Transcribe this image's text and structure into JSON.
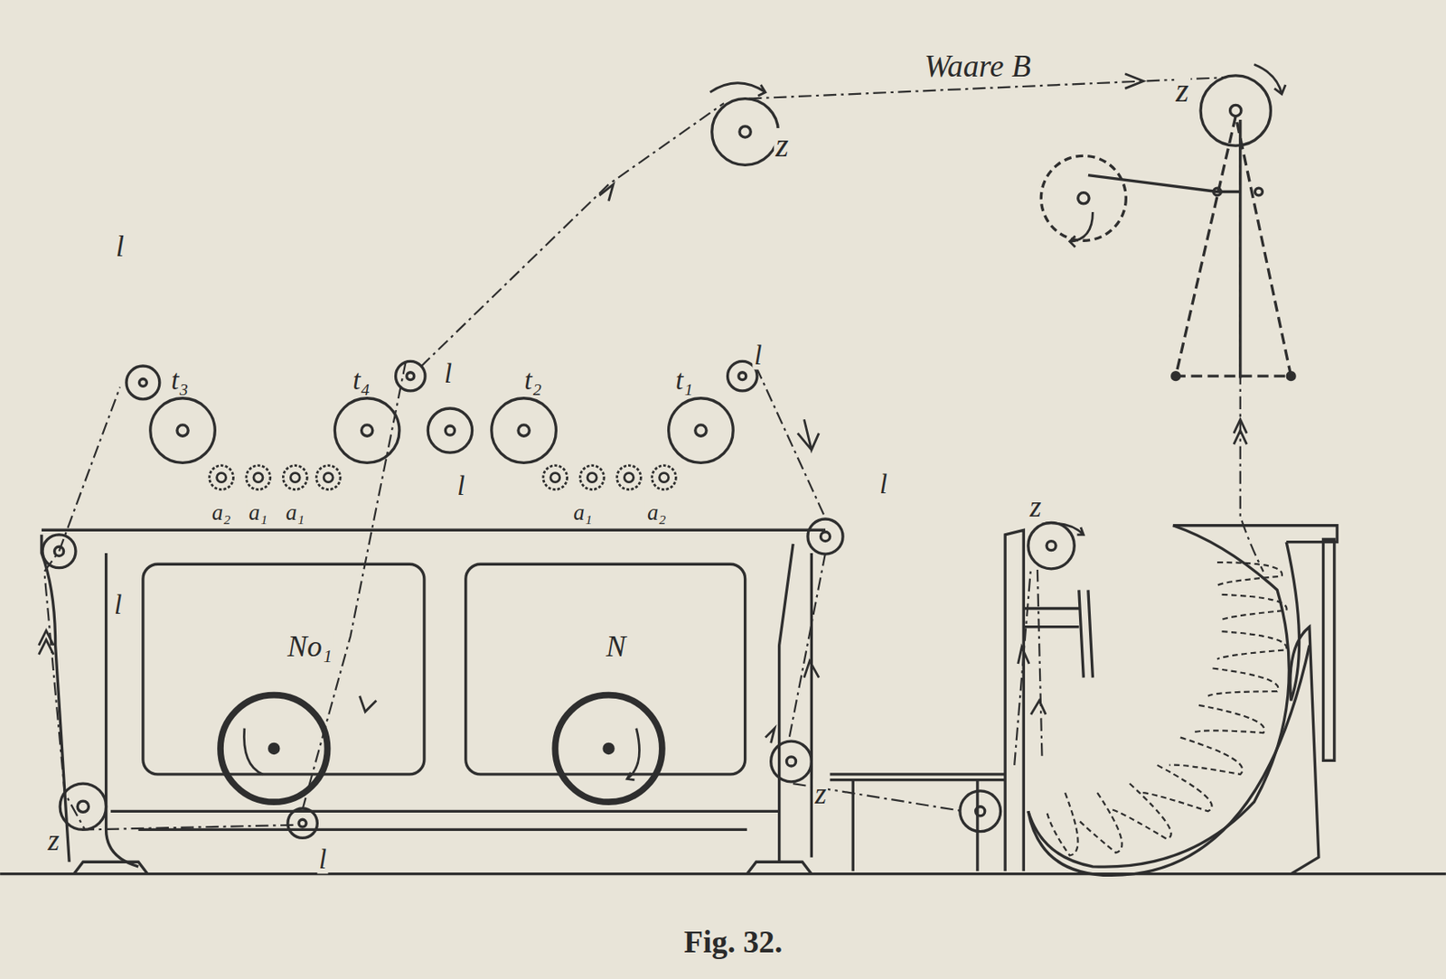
{
  "diagram": {
    "caption": "Fig. 32.",
    "labels": [
      "Waare B",
      "z",
      "z",
      "l",
      "t₃",
      "t₄",
      "l",
      "t₂",
      "t₁",
      "l",
      "a₂",
      "a₁",
      "a₁",
      "a₁",
      "a₂",
      "l",
      "l",
      "l",
      "No₁",
      "N",
      "z",
      "z",
      "l",
      "z"
    ]
  }
}
